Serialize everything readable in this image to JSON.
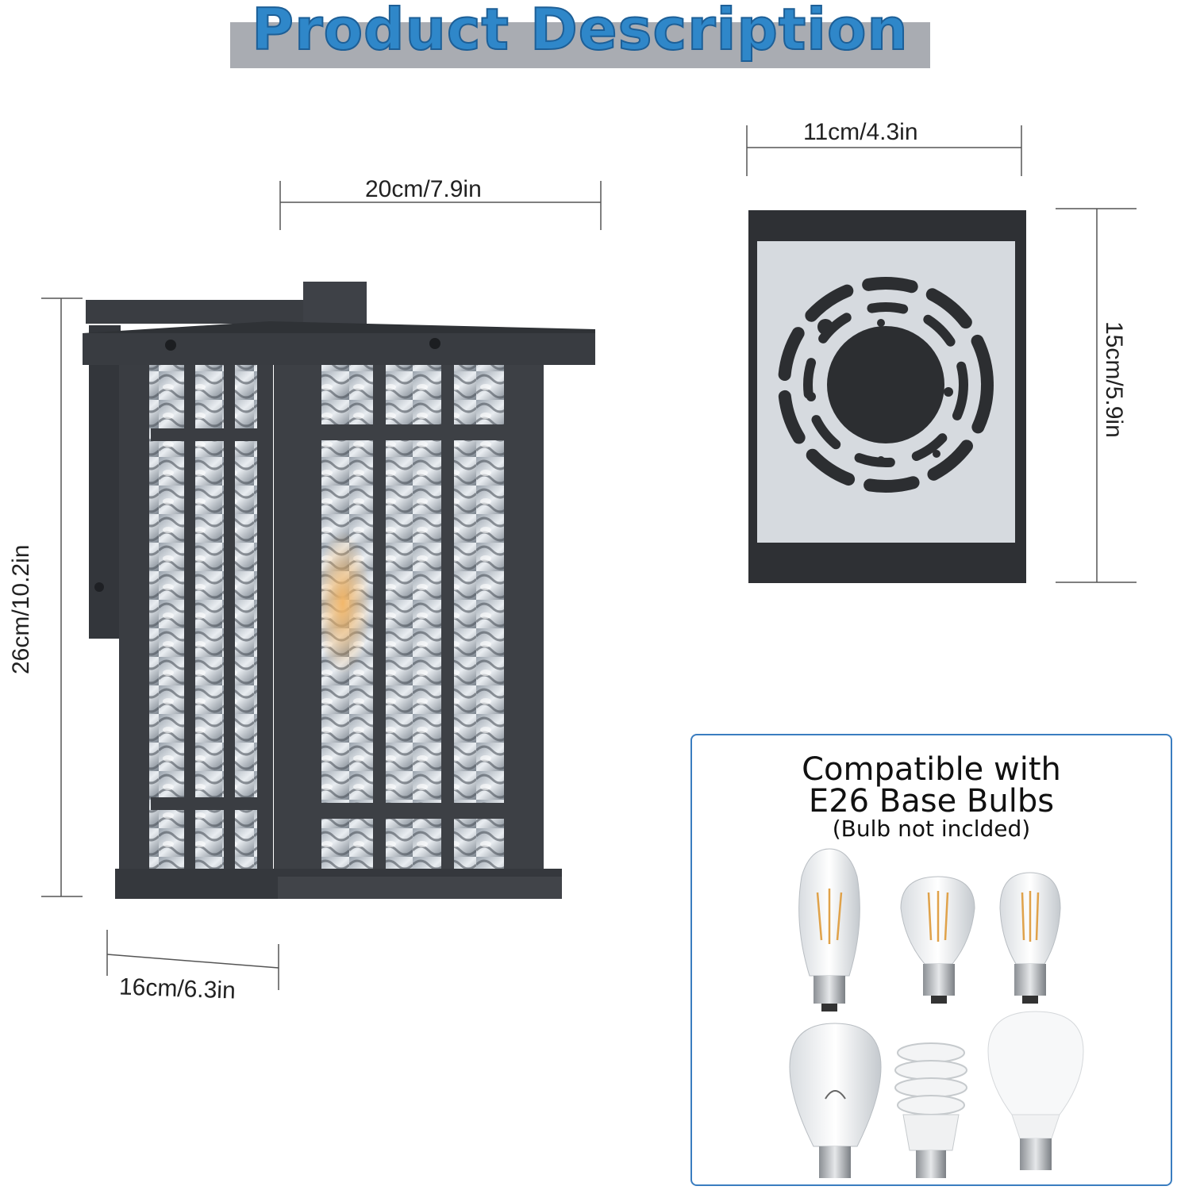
{
  "header": {
    "title": "Product Description"
  },
  "dimensions": {
    "width_top": "20cm/7.9in",
    "height_left": "26cm/10.2in",
    "depth_bottom": "16cm/6.3in",
    "plate_width": "11cm/4.3in",
    "plate_height": "15cm/5.9in"
  },
  "compat": {
    "line1": "Compatible with",
    "line2": "E26 Base Bulbs",
    "note": "(Bulb not inclded)"
  },
  "colors": {
    "title_blue": "#2f87c9",
    "title_bar": "#a9acb2",
    "frame": "#3a3d42",
    "box_border": "#3a7dc0"
  }
}
